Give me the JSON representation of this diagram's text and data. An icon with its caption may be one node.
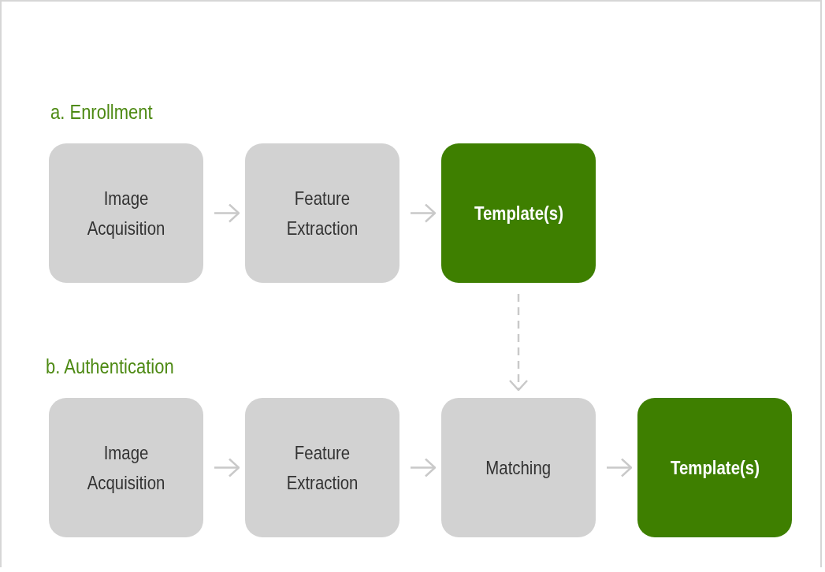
{
  "diagram": {
    "nodes": [
      {
        "text": [
          "Image Acquisition"
        ]
      },
      {
        "text": [
          "Feature Extraction"
        ]
      },
      {
        "text": [
          "Template(s)"
        ]
      },
      {
        "text": [
          "Image Acquisition"
        ]
      },
      {
        "text": [
          "Feature Extraction"
        ]
      },
      {
        "text": [
          "Matching"
        ]
      },
      {
        "text": [
          "Template(s)"
        ]
      }
    ],
    "edges": [
      {
        "from": 0,
        "to": 1,
        "arrow": "to"
      },
      {
        "from": 1,
        "to": 2,
        "arrow": "to"
      },
      {
        "from": 2,
        "to": 5,
        "arrow": "to",
        "style": "dashed"
      },
      {
        "from": 3,
        "to": 4,
        "arrow": "to"
      },
      {
        "from": 4,
        "to": 5,
        "arrow": "to"
      },
      {
        "from": 5,
        "to": 6,
        "arrow": "to"
      }
    ],
    "labels": [
      "a. Enrollment",
      "b. Authentication"
    ]
  }
}
